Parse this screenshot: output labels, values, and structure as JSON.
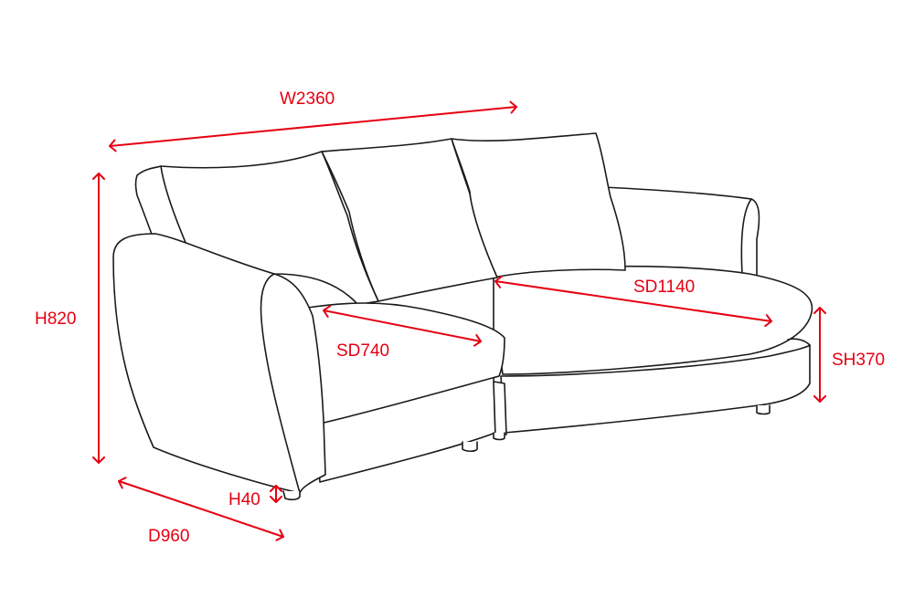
{
  "colors": {
    "dimension": "#e60012",
    "outline": "#1a1a1a",
    "background": "#ffffff"
  },
  "dimensions": {
    "width": "W2360",
    "height": "H820",
    "depth": "D960",
    "leg_height": "H40",
    "seat_depth_left": "SD740",
    "seat_depth_right": "SD1140",
    "seat_height": "SH370"
  }
}
